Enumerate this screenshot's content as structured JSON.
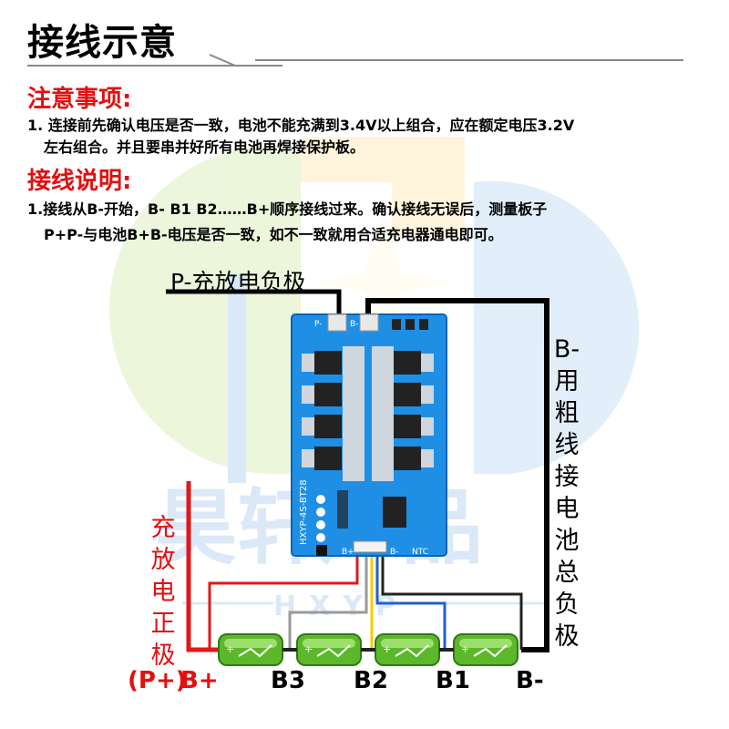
{
  "title": "接线示意",
  "notice": {
    "heading": "注意事项:",
    "line1": "1. 连接前先确认电压是否一致，电池不能充满到3.4V以上组合，应在额定电压3.2V",
    "line2": "左右组合。并且要串并好所有电池再焊接保护板。"
  },
  "wiring": {
    "heading": "接线说明:",
    "line1": "1.接线从B-开始，B- B1 B2……B+顺序接线过来。确认接线无误后，测量板子",
    "line2": "P+P-与电池B+B-电压是否一致，如不一致就用合适充电器通电即可。"
  },
  "labels": {
    "p_minus": "P-充放电负极",
    "b_minus_thick": [
      "B-",
      "用",
      "粗",
      "线",
      "接",
      "电",
      "池",
      "总",
      "负",
      "极"
    ],
    "charge_positive": [
      "充",
      "放",
      "电",
      "正",
      "极"
    ],
    "p_plus_prefix": "(P+)",
    "b_plus": "B+",
    "b3": "B3",
    "b2": "B2",
    "b1": "B1",
    "b_minus": "B-"
  },
  "board": {
    "model": "HXYP-4S-BT28",
    "pads": [
      "B-",
      "P-"
    ],
    "connector": [
      "B+",
      "B-",
      "NTC"
    ]
  },
  "watermark": {
    "brand": "昊轩产品",
    "sub": "HXYP"
  },
  "colors": {
    "red_text": "#e21010",
    "board_blue": "#1f8fe6",
    "wire_red": "#e01818",
    "wire_blue": "#1f5fd8",
    "wire_yellow": "#f0d000",
    "wire_gray": "#999999",
    "wire_black": "#000000",
    "battery_green": "#5cb82a"
  }
}
